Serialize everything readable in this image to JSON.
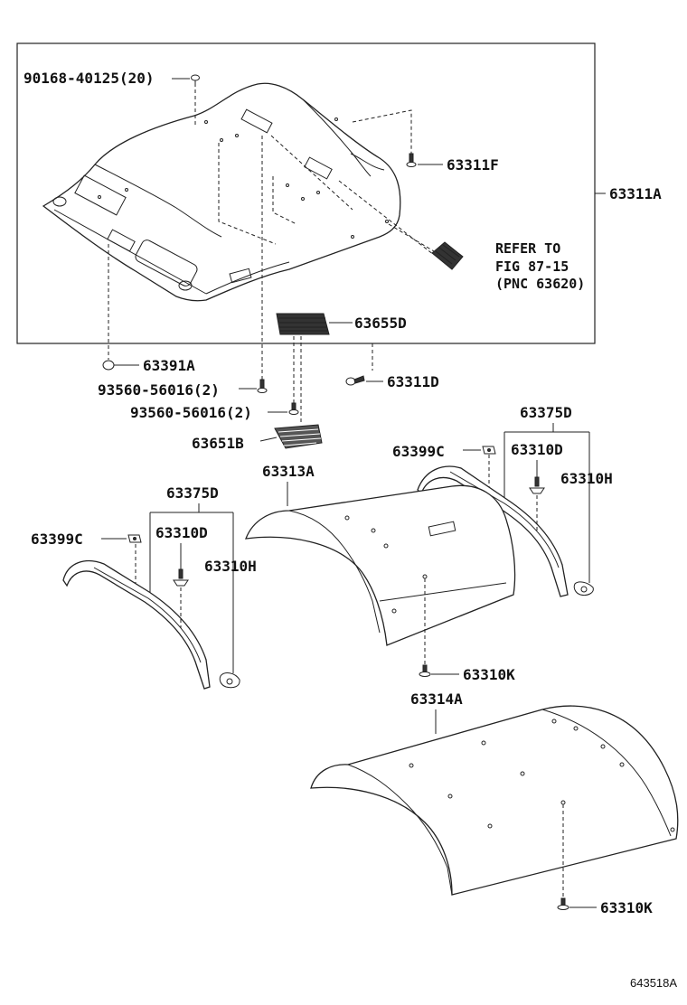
{
  "labels": {
    "p90168": "90168-40125(20)",
    "p63311F": "63311F",
    "p63311A": "63311A",
    "refer1": "REFER TO",
    "refer2": "FIG 87-15",
    "refer3": "(PNC 63620)",
    "p63655D": "63655D",
    "p63391A": "63391A",
    "p63311D": "63311D",
    "p93560a": "93560-56016(2)",
    "p93560b": "93560-56016(2)",
    "p63651B": "63651B",
    "p63375D_right": "63375D",
    "p63399C_right": "63399C",
    "p63310D_right": "63310D",
    "p63310H_right": "63310H",
    "p63313A": "63313A",
    "p63375D_left": "63375D",
    "p63399C_left": "63399C",
    "p63310D_left": "63310D",
    "p63310H_left": "63310H",
    "p63310K_mid": "63310K",
    "p63314A": "63314A",
    "p63310K_bottom": "63310K",
    "figure_id": "643518A"
  }
}
